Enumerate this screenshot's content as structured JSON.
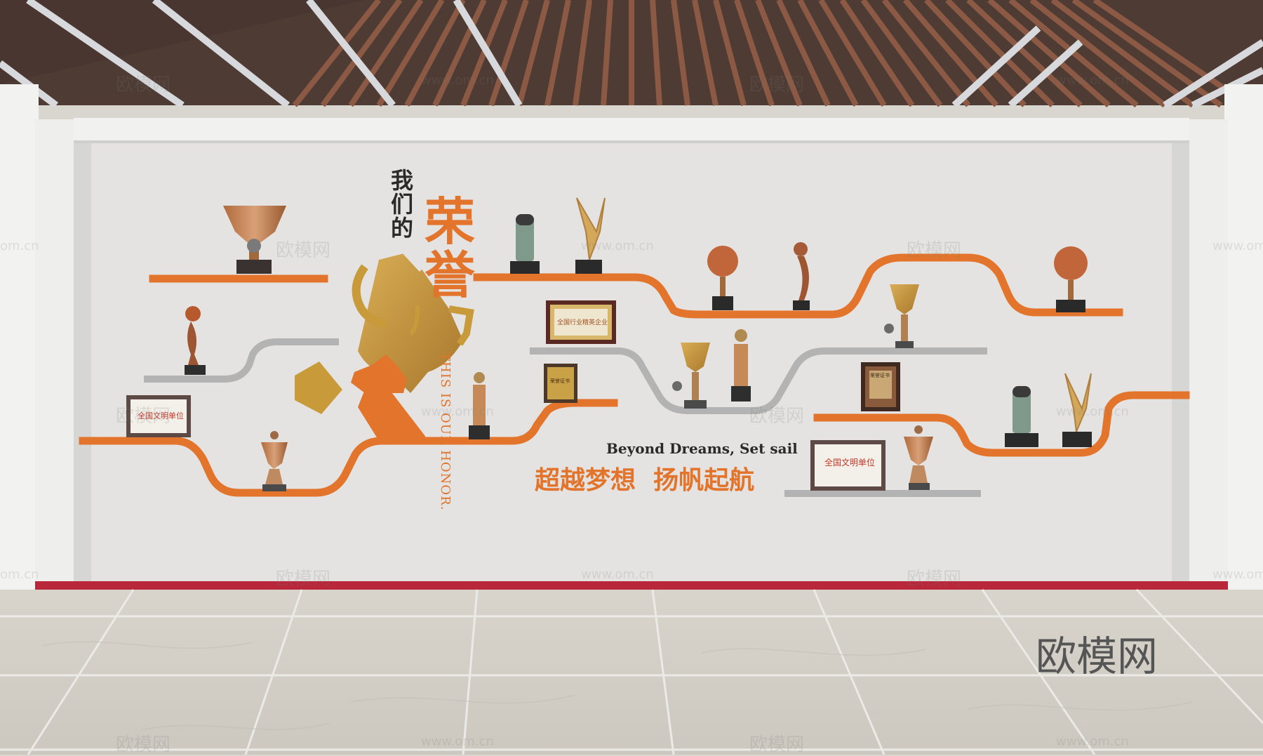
{
  "wall": {
    "title_small": "我们的",
    "title_big": "荣誉",
    "title_en": "THIS IS OUR HONOR.",
    "slogan_en": "Beyond Dreams, Set sail",
    "slogan_cn": "超越梦想  扬帆起航"
  },
  "plaques": {
    "left_certificate": "全国文明单位",
    "right_certificate": "全国文明单位",
    "upper_plaque": "全国行业精英企业",
    "small_plaque": "荣誉证书",
    "right_plaque": "荣誉证书"
  },
  "watermark": {
    "brand": "欧模网",
    "url": "www.om.cn",
    "url_short": "om.cn"
  },
  "colors": {
    "accent_orange": "#e2742b",
    "gold": "#c99a3a",
    "wall": "#e4e3e1",
    "ceiling": "#4a3a33",
    "baseboard": "#b8273a"
  }
}
